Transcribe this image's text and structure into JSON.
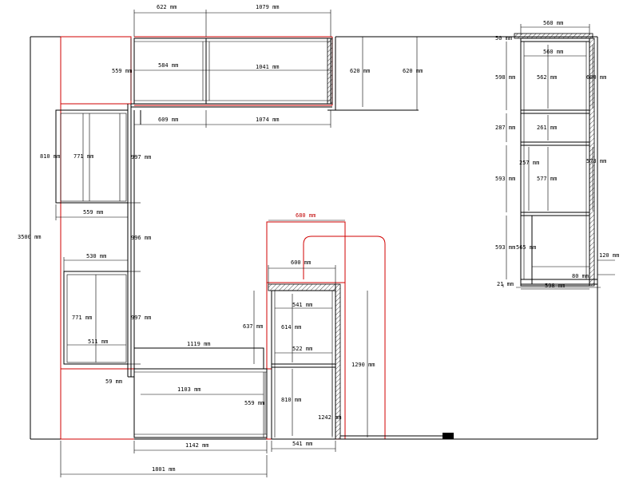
{
  "units": "mm",
  "colors": {
    "line": "#000000",
    "highlight": "#d00000"
  },
  "dimensions": {
    "top_w_left": "622",
    "top_w_right": "1079",
    "top_inner_left": "584",
    "top_inner_right": "1041",
    "top_bottom_left": "609",
    "top_bottom_right": "1074",
    "top_h_left": "559",
    "top_h_right": "620",
    "top_h_far": "620",
    "wall_height": "3500",
    "left_upper_h": "810",
    "left_upper_inner_h": "771",
    "left_upper_w": "559",
    "column_upper": "997",
    "column_mid": "996",
    "column_lower": "997",
    "left_lower_w": "530",
    "left_lower_h": "771",
    "left_lower_inner": "511",
    "corner_gap": "59",
    "bottom_top_w": "1119",
    "bottom_inner_w": "1103",
    "bottom_h": "559",
    "bottom_w": "1142",
    "overall_w": "1801",
    "tower_red_w": "680",
    "tower_w": "600",
    "tower_upper_h": "637",
    "tower_upper_inner": "614",
    "tower_inner_top": "541",
    "tower_inner_mid": "522",
    "tower_lower_h": "810",
    "tower_base": "541",
    "tower_total_h": "1290",
    "tower_h_right": "1242",
    "rt_top_w": "560",
    "rt_top_h": "50",
    "rt_inner_w": "560",
    "rt_s1_h": "598",
    "rt_s1_inner": "562",
    "rt_s2_h": "287",
    "rt_s2_inner": "261",
    "rt_s3_h": "593",
    "rt_s3_left": "257",
    "rt_s3_inner": "577",
    "rt_s4_h": "593",
    "rt_s4_inner": "565",
    "rt_right_h": "600",
    "rt_right_mid": "573",
    "rt_ext": "120",
    "rt_plinth": "80",
    "rt_base_h": "21",
    "rt_base_w": "598"
  }
}
